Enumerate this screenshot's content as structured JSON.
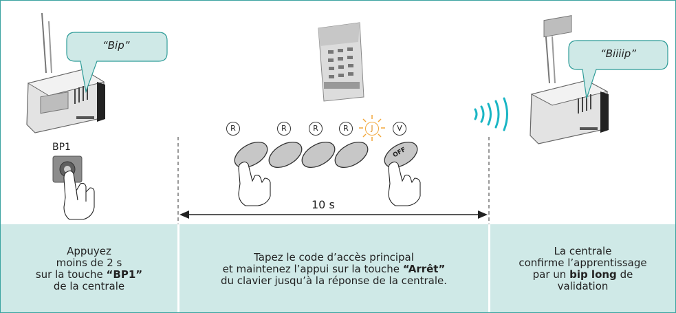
{
  "bubbles": {
    "left": "“Bip”",
    "right": "“Biiiip”"
  },
  "bp1_label": "BP1",
  "keys": [
    "R",
    "R",
    "R",
    "R",
    "J",
    "V"
  ],
  "key_off_label": "OFF",
  "duration_label": "10 s",
  "panels": {
    "left": {
      "line1": "Appuyez",
      "line2": "moins de 2 s",
      "line3_pre": "sur la touche ",
      "line3_bold": "“BP1”",
      "line4": "de la centrale"
    },
    "middle": {
      "line1": "Tapez le code d’accès principal",
      "line2_pre": "et maintenez l’appui sur la touche ",
      "line2_bold": "“Arrêt”",
      "line3": "du clavier jusqu’à la réponse de la centrale."
    },
    "right": {
      "line1": "La centrale",
      "line2": "confirme l’apprentissage",
      "line3_pre": "par un ",
      "line3_bold": "bip long",
      "line3_post": " de",
      "line4": "validation"
    }
  },
  "colors": {
    "frame": "#3aa3a0",
    "panel": "#cfe9e7",
    "bubble_fill": "#cfe9e7",
    "bubble_stroke": "#2e9c98",
    "keypad_oval": "#c7c7c7",
    "light_key": "#f2a73a",
    "signal": "#19b5c4"
  }
}
